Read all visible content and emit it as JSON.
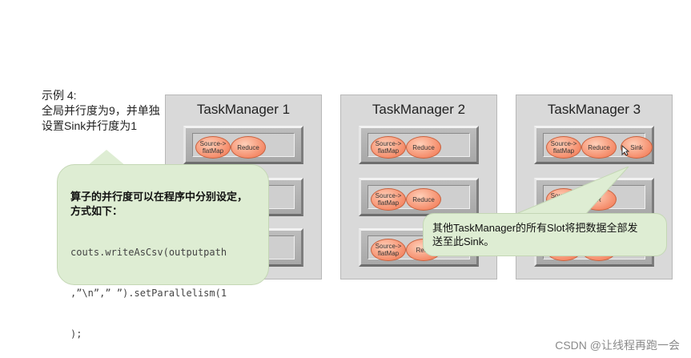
{
  "example": {
    "lines": [
      "示例 4:",
      "全局并行度为9，并单独",
      "设置Sink并行度为1"
    ]
  },
  "taskmanagers": [
    {
      "title": "TaskManager 1",
      "slots": [
        {
          "source": "Source->",
          "source2": "flatMap",
          "reduce": "Reduce"
        }
      ]
    },
    {
      "title": "TaskManager 2",
      "slots": [
        {
          "source": "Source->",
          "source2": "flatMap",
          "reduce": "Reduce"
        },
        {
          "source": "Source->",
          "source2": "flatMap",
          "reduce": "Reduce"
        },
        {
          "source": "Source->",
          "source2": "flatMap",
          "reduce": "Redu"
        }
      ]
    },
    {
      "title": "TaskManager 3",
      "slots": [
        {
          "source": "Source->",
          "source2": "flatMap",
          "reduce": "Reduce",
          "sink": "Sink"
        },
        {
          "source": "Source->",
          "source2": "flatMap",
          "reduce": "R"
        }
      ]
    }
  ],
  "callout_left": {
    "bold_line1": "算子的并行度可以在程序中分别设定，",
    "bold_line2": "方式如下：",
    "code_line1": "couts.writeAsCsv(outputpath",
    "code_line2": ",”\\n”,” ”).setParallelism(1",
    "code_line3": ");"
  },
  "callout_right": {
    "line1": "其他TaskManager的所有Slot将把数据全部发",
    "line2": "送至此Sink。"
  },
  "watermark": "CSDN @让线程再跑一会",
  "colors": {
    "operator": "#f58c6a",
    "callout": "#deedd3",
    "taskmanager": "#d9d9d9"
  }
}
